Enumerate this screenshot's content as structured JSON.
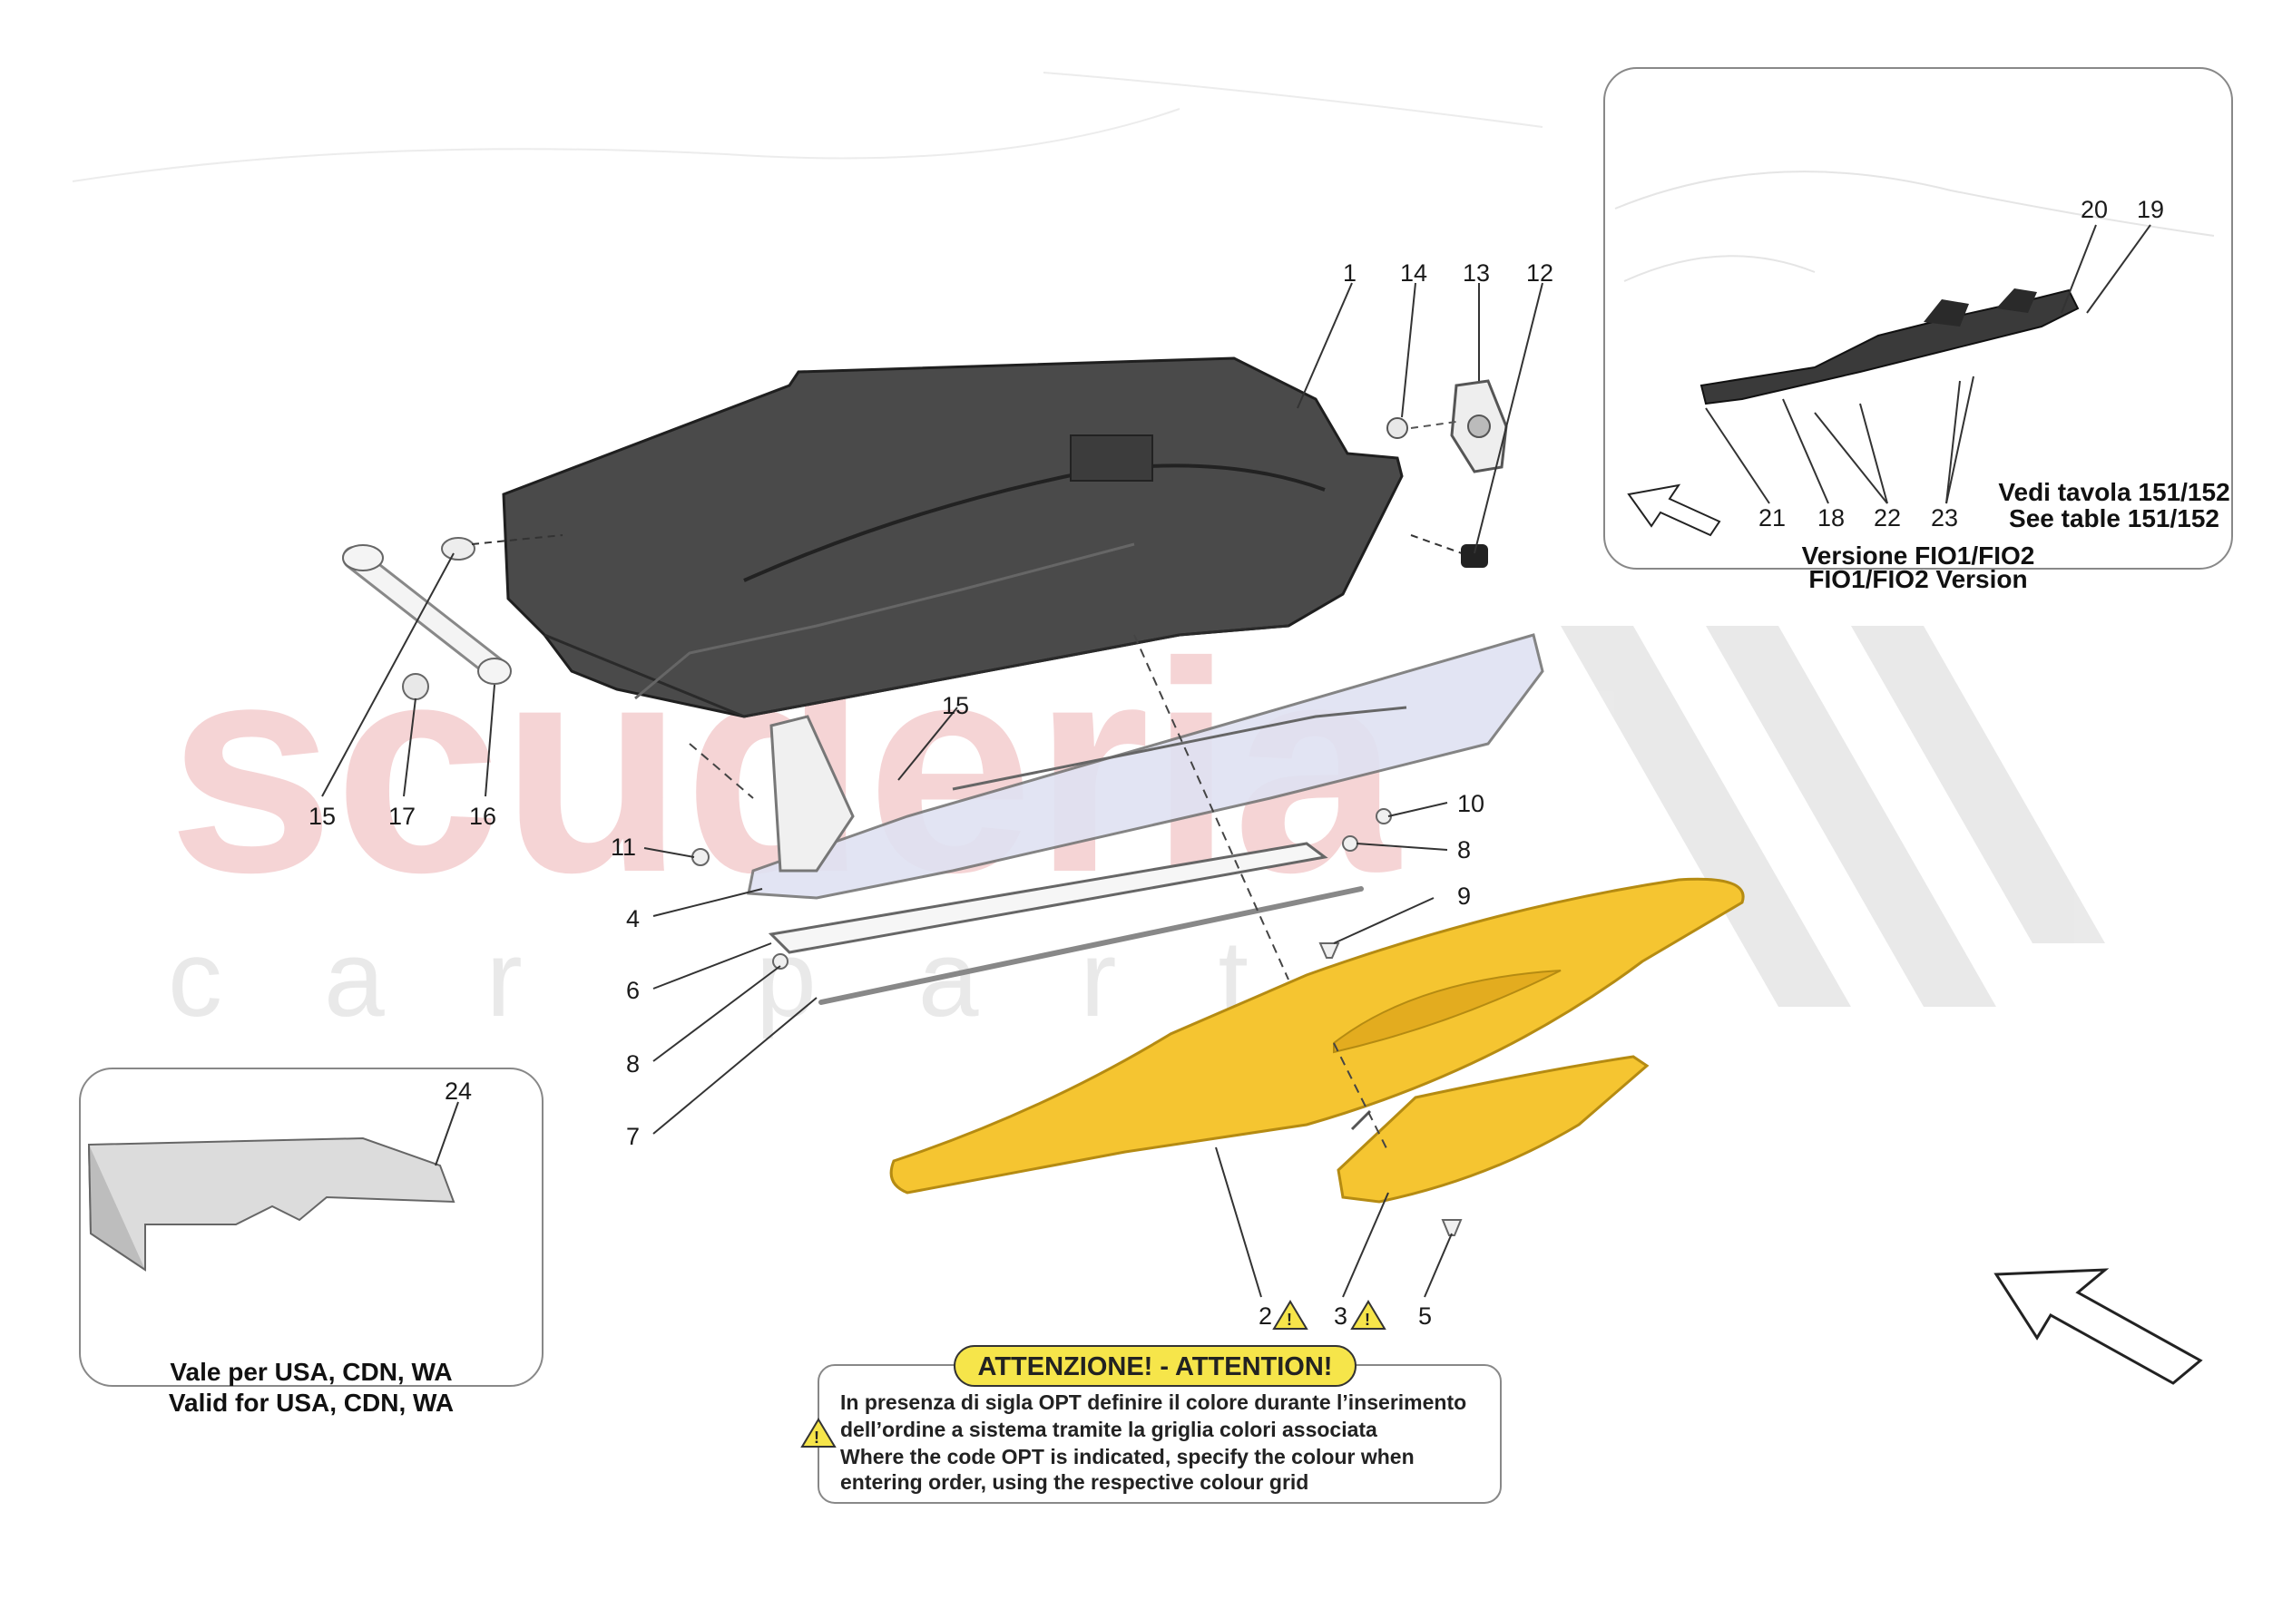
{
  "watermark": {
    "brand": "scuderia",
    "sub": "car parts"
  },
  "callouts": {
    "c1": "1",
    "c2": "2",
    "c3": "3",
    "c4": "4",
    "c5": "5",
    "c6": "6",
    "c7": "7",
    "c8a": "8",
    "c8b": "8",
    "c9": "9",
    "c10": "10",
    "c11": "11",
    "c12": "12",
    "c13": "13",
    "c14": "14",
    "c15a": "15",
    "c15b": "15",
    "c16": "16",
    "c17": "17",
    "c18": "18",
    "c19": "19",
    "c20": "20",
    "c21": "21",
    "c22": "22",
    "c23": "23",
    "c24": "24"
  },
  "inset_fio": {
    "ref_line1": "Vedi tavola 151/152",
    "ref_line2": "See table 151/152",
    "version_line1": "Versione FIO1/FIO2",
    "version_line2": "FIO1/FIO2 Version"
  },
  "inset_usa": {
    "line1": "Vale per USA, CDN, WA",
    "line2": "Valid for USA, CDN, WA"
  },
  "attention": {
    "title": "ATTENZIONE! - ATTENTION!",
    "line1": "In presenza di sigla OPT definire il colore durante l’inserimento",
    "line2": "dell’ordine a sistema tramite la griglia colori associata",
    "line3": "Where the code OPT is indicated, specify the colour when",
    "line4": "entering order, using the respective colour grid"
  },
  "colors": {
    "body_dark": "#4a4a4a",
    "trim_yellow": "#f5c531",
    "warning_yellow": "#f6e54a",
    "watermark_red": "#f2c6c8"
  }
}
